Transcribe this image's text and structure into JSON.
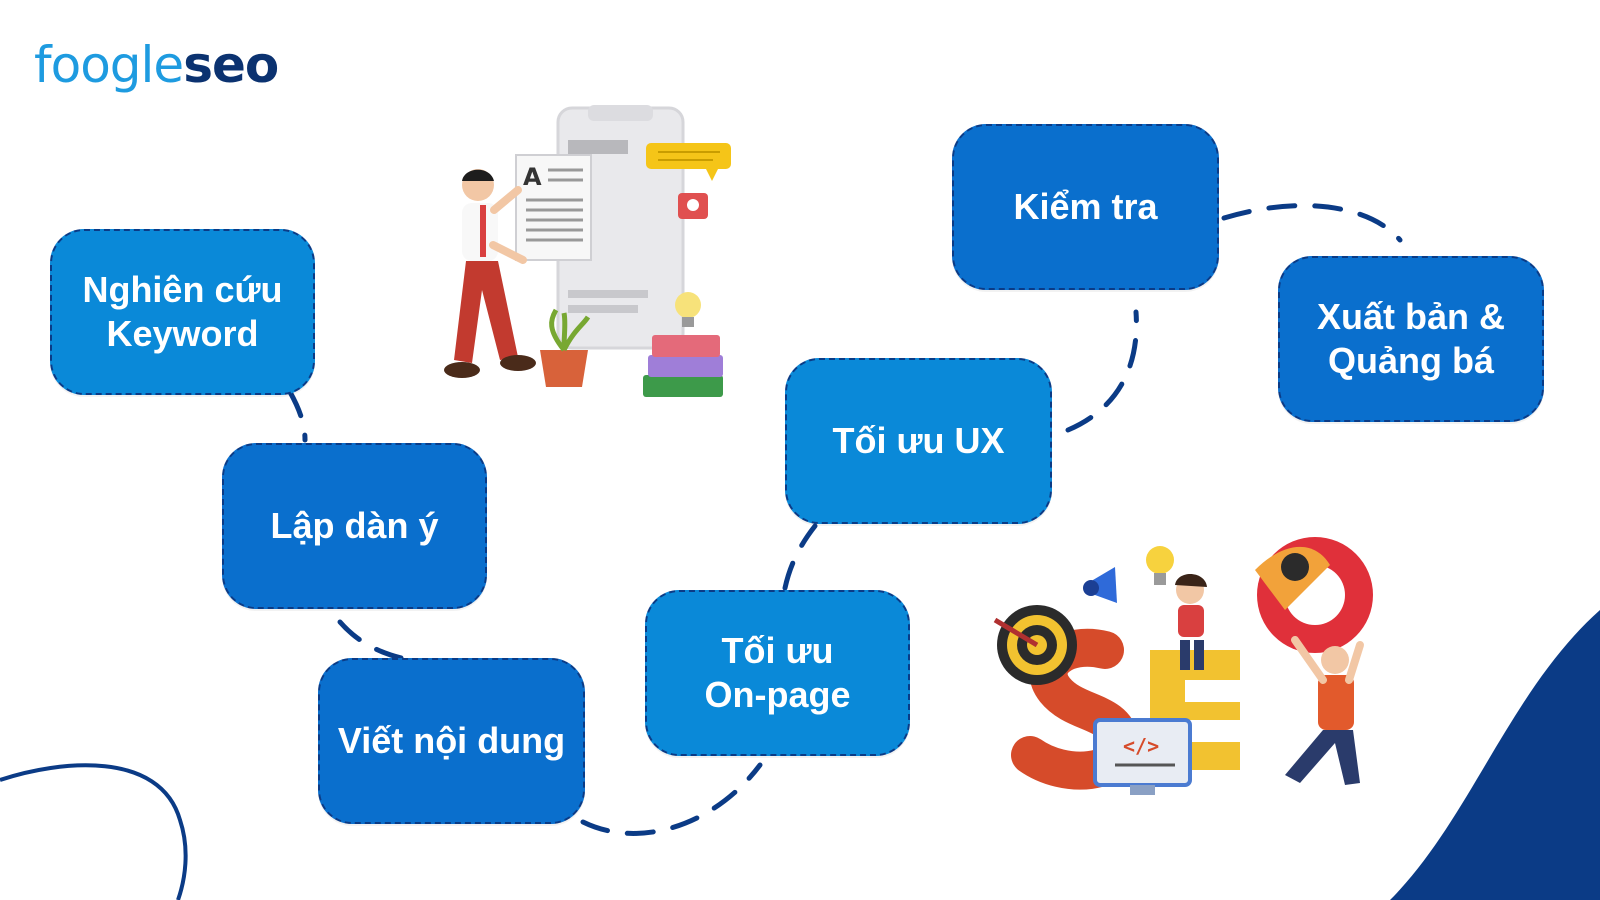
{
  "logo": {
    "part1": "foogle",
    "part2": "seo"
  },
  "steps": [
    {
      "label": "Nghiên cứu\nKeyword",
      "color": "#0a89d8"
    },
    {
      "label": "Lập dàn ý",
      "color": "#0a6fcd"
    },
    {
      "label": "Viết nội dung",
      "color": "#0a6fcd"
    },
    {
      "label": "Tối ưu\nOn-page",
      "color": "#0a89d8"
    },
    {
      "label": "Tối ưu UX",
      "color": "#0a89d8"
    },
    {
      "label": "Kiểm tra",
      "color": "#0a6fcd"
    },
    {
      "label": "Xuất bản &\nQuảng bá",
      "color": "#0a6fcd"
    }
  ],
  "colors": {
    "connector": "#0b3b86",
    "accent_dark": "#0b3b86",
    "accent_light": "#1e9be0"
  },
  "icons": {
    "illustration_top": "person-with-document-phone-illustration",
    "illustration_bottom": "seo-letters-team-illustration"
  }
}
